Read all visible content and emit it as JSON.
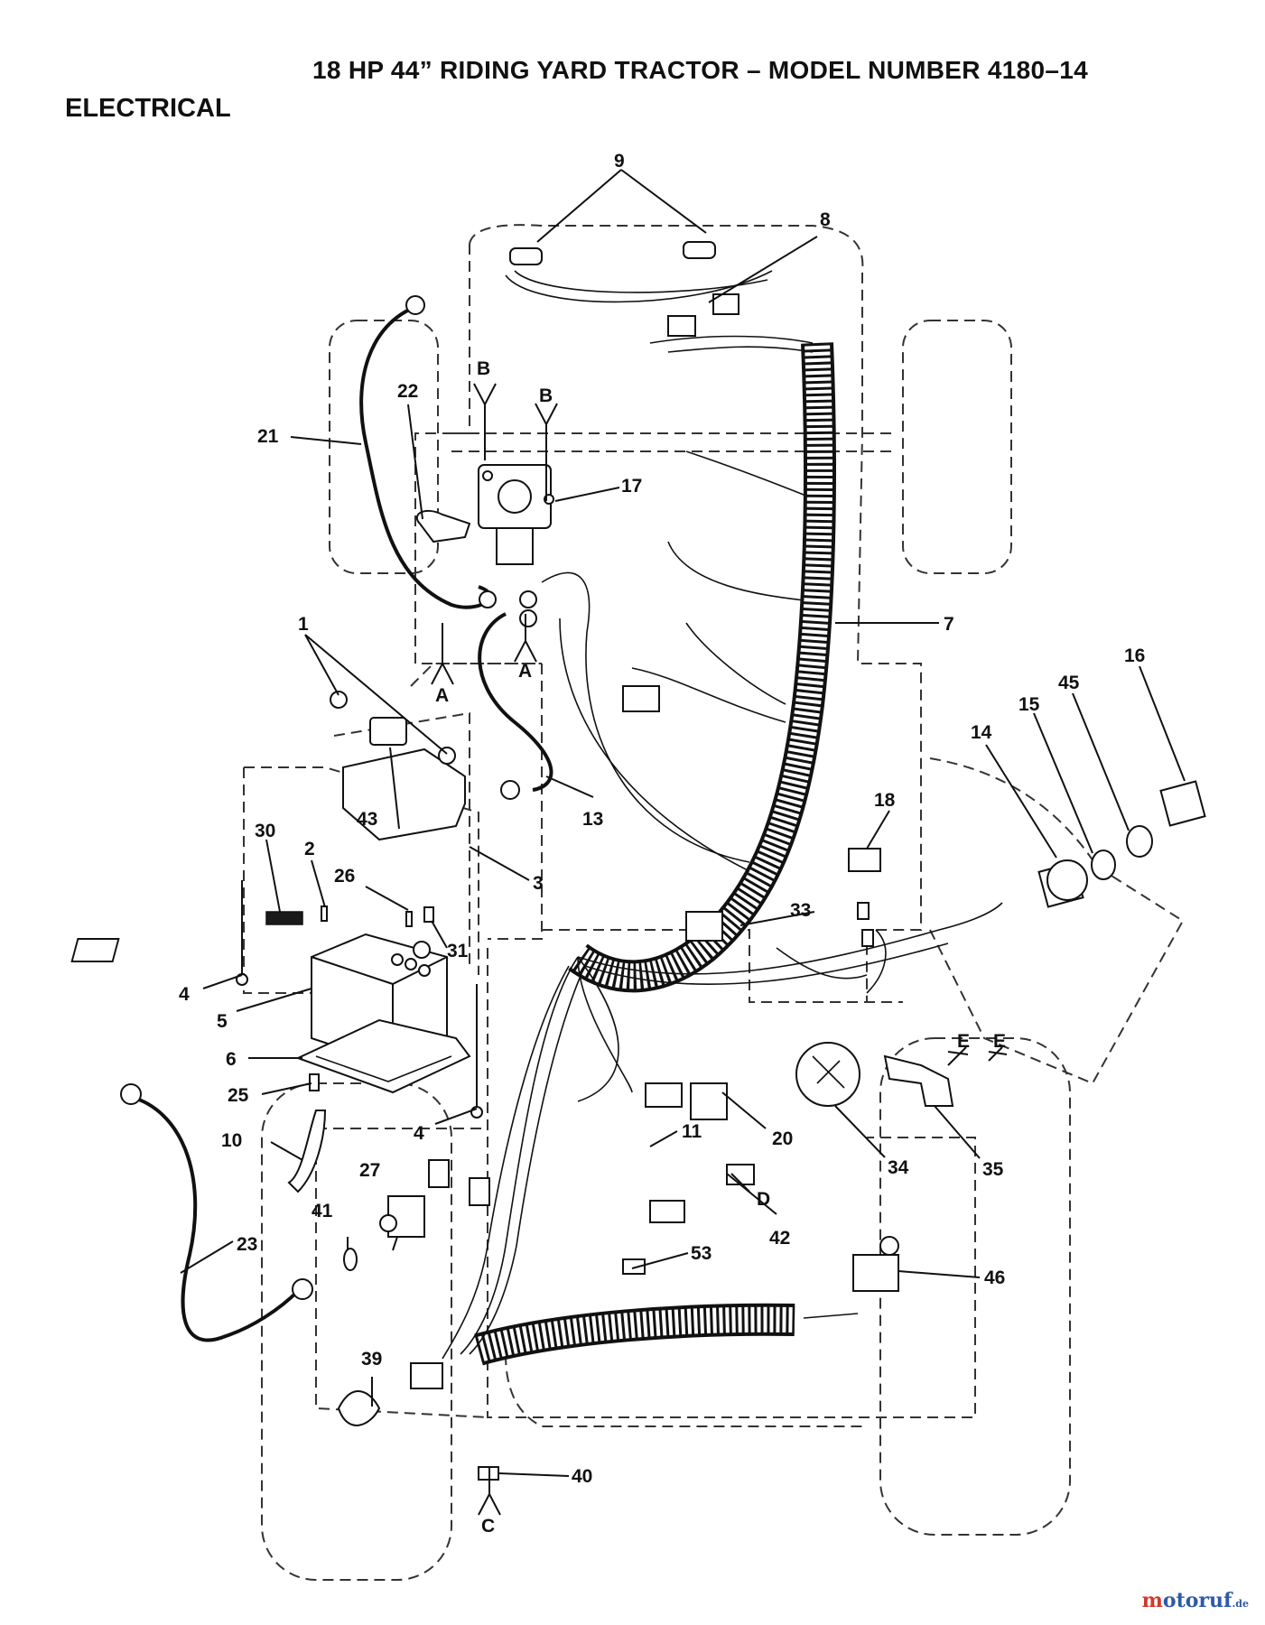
{
  "header": {
    "title": "18 HP 44” RIDING YARD TRACTOR – MODEL NUMBER 4180–14",
    "section": "ELECTRICAL"
  },
  "callouts": [
    "9",
    "8",
    "22",
    "21",
    "B",
    "B",
    "17",
    "1",
    "A",
    "A",
    "7",
    "16",
    "45",
    "15",
    "14",
    "13",
    "3",
    "18",
    "30",
    "2",
    "43",
    "26",
    "31",
    "33",
    "4",
    "5",
    "6",
    "25",
    "4",
    "11",
    "20",
    "34",
    "35",
    "E",
    "E",
    "10",
    "27",
    "41",
    "D",
    "42",
    "23",
    "53",
    "46",
    "39",
    "40",
    "C"
  ],
  "watermark": {
    "brand_initial": "m",
    "brand_rest": "otoruf",
    "tld": ".de"
  }
}
